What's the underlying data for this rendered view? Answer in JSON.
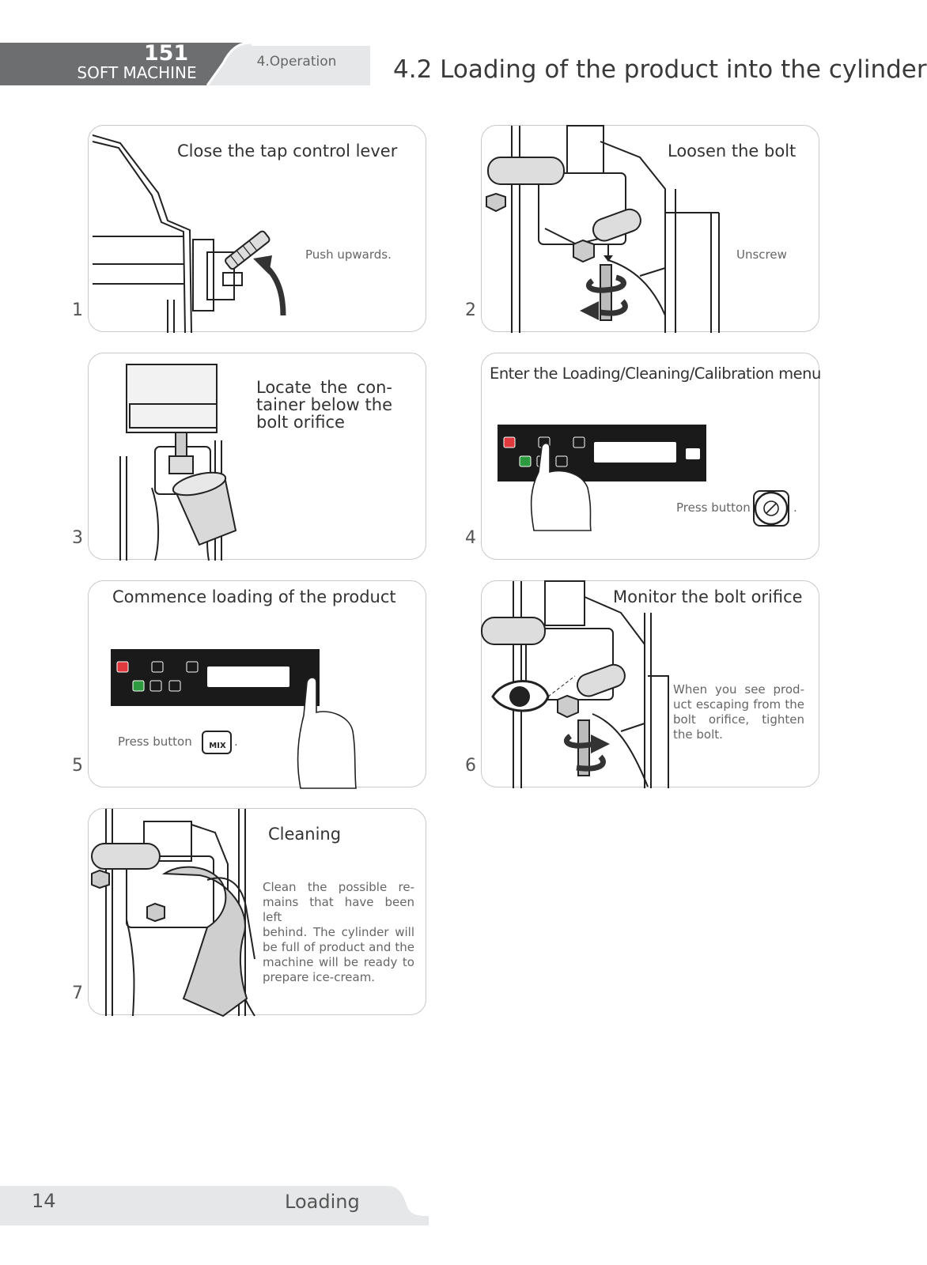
{
  "header": {
    "model_number": "151",
    "model_name": "SOFT MACHINE",
    "chapter": "4.Operation",
    "section_title": "4.2 Loading of the product into the cylinder"
  },
  "steps": [
    {
      "number": "1",
      "title": "Close the tap control lever",
      "note": "Push upwards."
    },
    {
      "number": "2",
      "title": "Loosen the bolt",
      "note": "Unscrew"
    },
    {
      "number": "3",
      "title_lines": [
        "Locate the con-",
        "tainer below the",
        "bolt orifice"
      ]
    },
    {
      "number": "4",
      "title": "Enter the Loading/Cleaning/Calibration menu",
      "note": "Press button",
      "note_end": "."
    },
    {
      "number": "5",
      "title": "Commence loading of the product",
      "note": "Press button",
      "note_end": ".",
      "mix_label": "MIX"
    },
    {
      "number": "6",
      "title": "Monitor the bolt orifice",
      "note_lines": [
        "When you see prod-",
        "uct escaping from the",
        "bolt orifice, tighten",
        "the bolt."
      ]
    },
    {
      "number": "7",
      "title": "Cleaning",
      "note_lines": [
        "Clean the possible re-",
        "mains that have been left",
        "behind. The cylinder will",
        "be full of product and the",
        "machine will be ready to",
        "prepare ice-cream."
      ]
    }
  ],
  "panel_mix_label": "MIX",
  "footer": {
    "page_number": "14",
    "section": "Loading"
  },
  "colors": {
    "header_dark": "#6d6e70",
    "header_light": "#e6e7e8",
    "panel_border": "#c9c9c9",
    "button_red": "#e03a3e",
    "button_green": "#2d9a3f"
  }
}
